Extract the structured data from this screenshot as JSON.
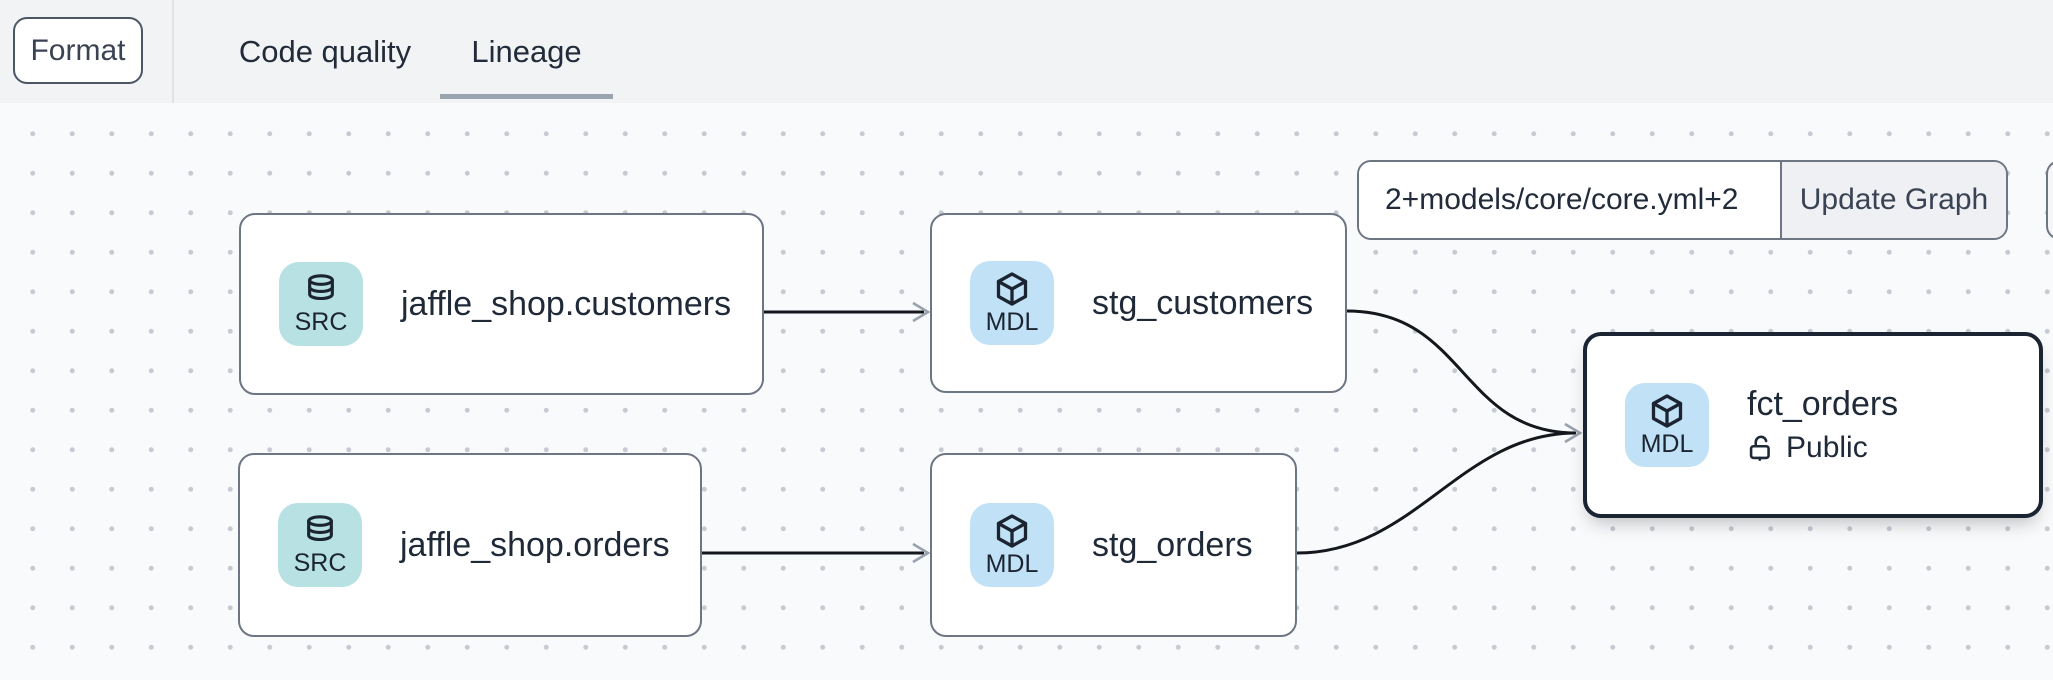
{
  "header": {
    "format_button": "Format",
    "tabs": [
      {
        "label": "Code quality",
        "active": false
      },
      {
        "label": "Lineage",
        "active": true
      }
    ]
  },
  "toolbar": {
    "selector_value": "2+models/core/core.yml+2",
    "update_button": "Update Graph"
  },
  "graph": {
    "nodes": [
      {
        "id": "source-jaffle-shop-customers",
        "badge": "SRC",
        "kind": "source",
        "title": "jaffle_shop.customers",
        "selected": false
      },
      {
        "id": "stg-customers",
        "badge": "MDL",
        "kind": "model",
        "title": "stg_customers",
        "selected": false
      },
      {
        "id": "source-jaffle-shop-orders",
        "badge": "SRC",
        "kind": "source",
        "title": "jaffle_shop.orders",
        "selected": false
      },
      {
        "id": "stg-orders",
        "badge": "MDL",
        "kind": "model",
        "title": "stg_orders",
        "selected": false
      },
      {
        "id": "fct-orders",
        "badge": "MDL",
        "kind": "model",
        "title": "fct_orders",
        "access": "Public",
        "selected": true
      }
    ],
    "edges": [
      {
        "from": "source-jaffle-shop-customers",
        "to": "stg-customers"
      },
      {
        "from": "source-jaffle-shop-orders",
        "to": "stg-orders"
      },
      {
        "from": "stg-customers",
        "to": "fct-orders"
      },
      {
        "from": "stg-orders",
        "to": "fct-orders"
      }
    ]
  },
  "colors": {
    "src_badge": "#b7e1e2",
    "mdl_badge": "#c0e1f6",
    "edge_line": "#14181d",
    "arrowhead": "#98a1ae",
    "node_border": "#6e7684",
    "selected_border": "#1b2433",
    "tab_underline": "#9ba3ae",
    "topbar_bg": "#f2f3f5",
    "canvas_bg": "#f9fafb"
  }
}
